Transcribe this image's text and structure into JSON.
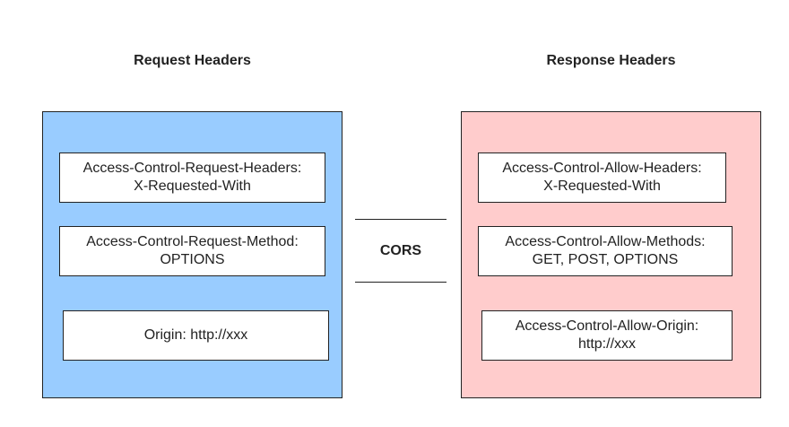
{
  "colors": {
    "request_panel": "#99CCFF",
    "response_panel": "#FFCCCC",
    "border": "#222222"
  },
  "request": {
    "title": "Request Headers",
    "items": [
      {
        "line1": "Access-Control-Request-Headers:",
        "line2": "X-Requested-With"
      },
      {
        "line1": "Access-Control-Request-Method:",
        "line2": "OPTIONS"
      },
      {
        "line1": "Origin: http://xxx",
        "line2": ""
      }
    ]
  },
  "response": {
    "title": "Response Headers",
    "items": [
      {
        "line1": "Access-Control-Allow-Headers:",
        "line2": "X-Requested-With"
      },
      {
        "line1": "Access-Control-Allow-Methods:",
        "line2": "GET, POST, OPTIONS"
      },
      {
        "line1": "Access-Control-Allow-Origin:",
        "line2": "http://xxx"
      }
    ]
  },
  "connector": {
    "label": "CORS"
  }
}
